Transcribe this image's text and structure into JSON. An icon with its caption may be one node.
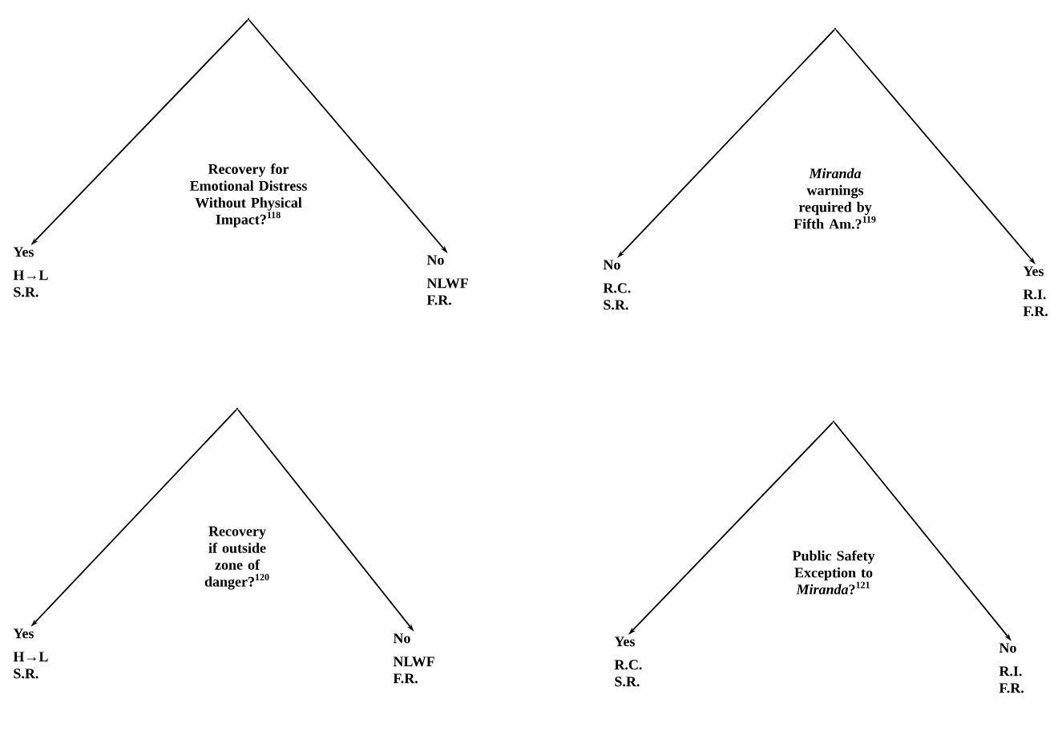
{
  "diagram": {
    "nodes": [
      {
        "text": [],
        "shape": "point"
      },
      {
        "text": [
          "Yes",
          "H→L",
          "S.R."
        ]
      },
      {
        "text": [
          "No",
          "NLWF",
          "F.R."
        ]
      },
      {
        "text": [],
        "shape": "point"
      },
      {
        "text": [
          "No",
          "R.C.",
          "S.R."
        ]
      },
      {
        "text": [
          "Yes",
          "R.I.",
          "F.R."
        ]
      },
      {
        "text": [],
        "shape": "point"
      },
      {
        "text": [
          "Yes",
          "H→L",
          "S.R."
        ]
      },
      {
        "text": [
          "No",
          "NLWF",
          "F.R."
        ]
      },
      {
        "text": [],
        "shape": "point"
      },
      {
        "text": [
          "Yes",
          "R.C.",
          "S.R."
        ]
      },
      {
        "text": [
          "No",
          "R.I.",
          "F.R."
        ]
      }
    ],
    "edges": [
      {
        "from": 0,
        "to": 1,
        "arrow": "to"
      },
      {
        "from": 0,
        "to": 2,
        "arrow": "to"
      },
      {
        "from": 3,
        "to": 4,
        "arrow": "to"
      },
      {
        "from": 3,
        "to": 5,
        "arrow": "to"
      },
      {
        "from": 6,
        "to": 7,
        "arrow": "to"
      },
      {
        "from": 6,
        "to": 8,
        "arrow": "to"
      },
      {
        "from": 9,
        "to": 10,
        "arrow": "to"
      },
      {
        "from": 9,
        "to": 11,
        "arrow": "to"
      }
    ],
    "labels": [
      "Recovery for Emotional Distress Without Physical Impact?$^{118}$",
      "*Miranda* warnings required by Fifth Am.?$^{119}$",
      "Recovery if outside zone of danger?$^{120}$",
      "Public Safety Exception to *Miranda*?$^{121}$"
    ]
  }
}
